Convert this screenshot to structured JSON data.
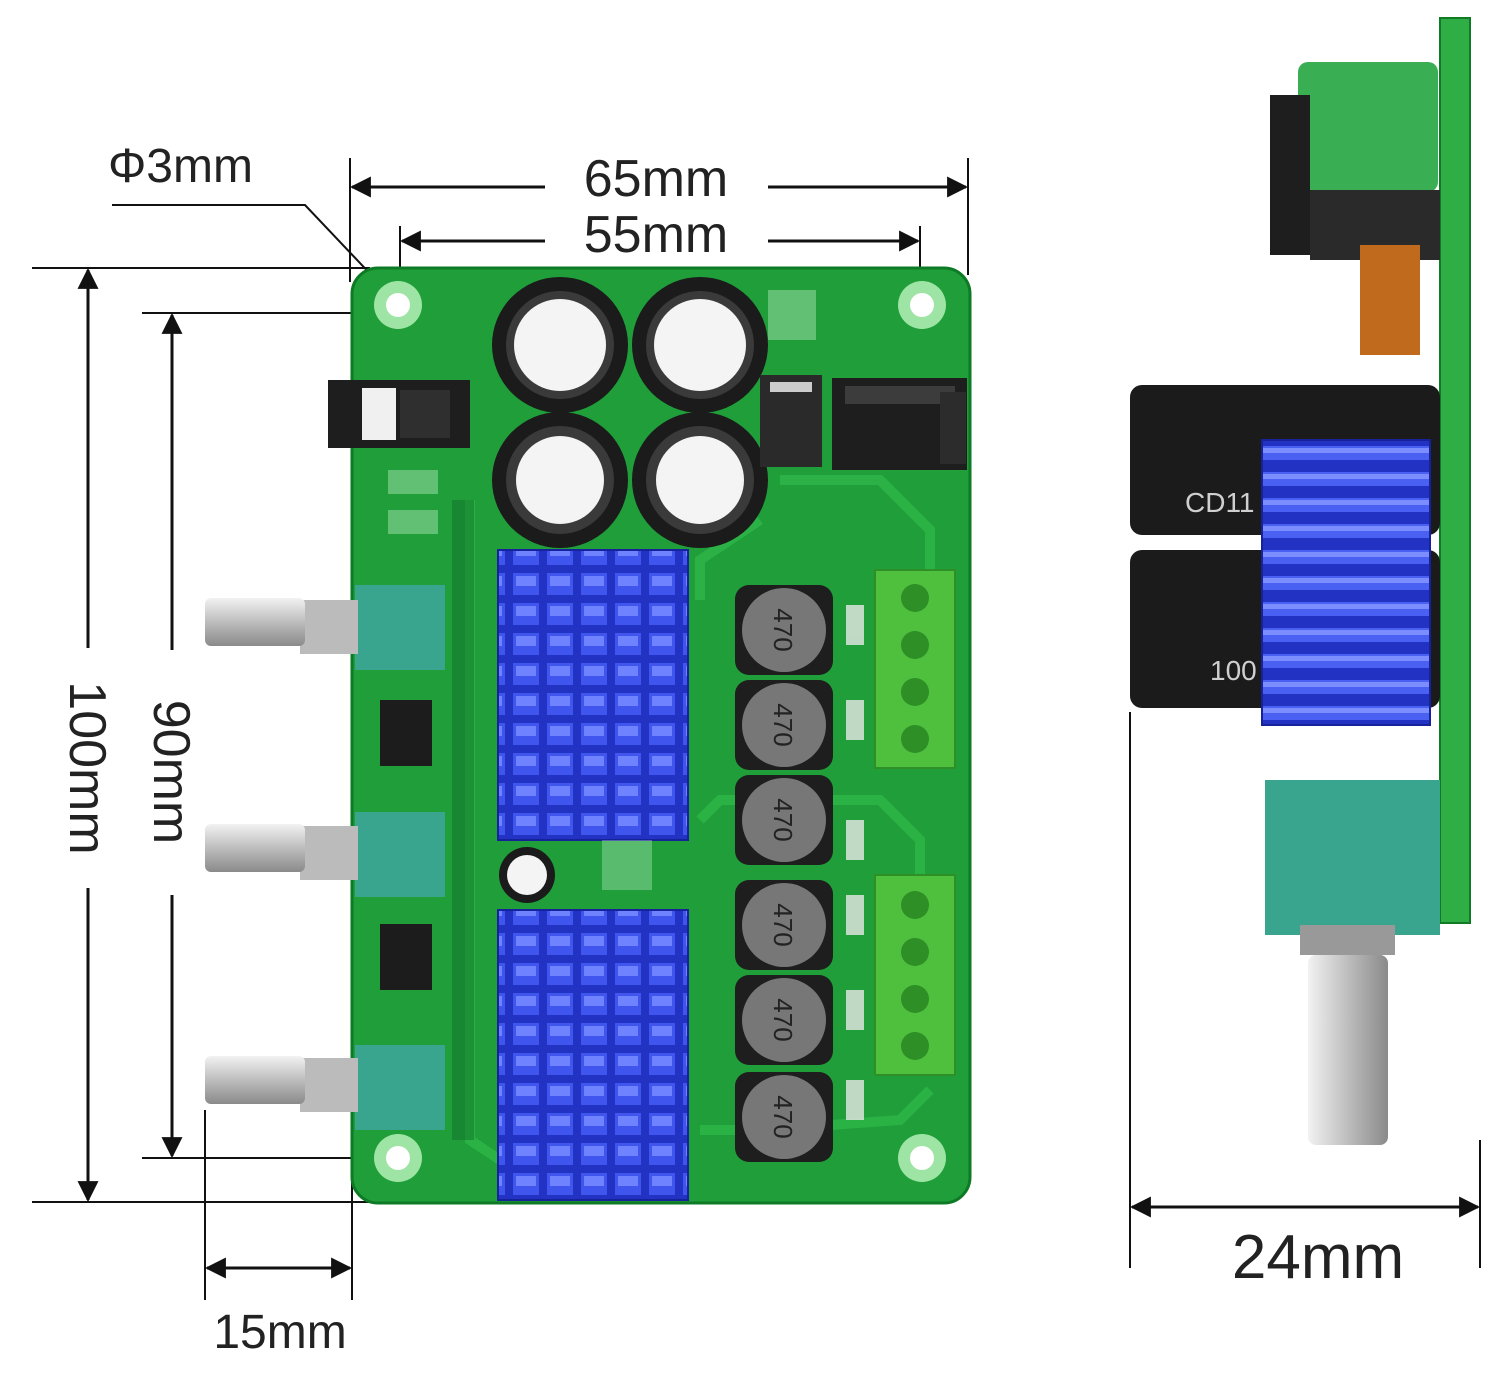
{
  "dimensions": {
    "hole_diameter": "Φ3mm",
    "board_width": "65mm",
    "hole_spacing_x": "55mm",
    "board_height": "100mm",
    "hole_spacing_y": "90mm",
    "knob_length": "15mm",
    "board_depth": "24mm"
  },
  "components": {
    "inductor_marking": "470",
    "capacitor_marking_1": "CD11",
    "capacitor_marking_2": "100"
  },
  "colors": {
    "pcb": "#1f9e3a",
    "pcb_edge": "#0e7a25",
    "heatsink": "#2b3fd6",
    "terminal": "#4fbf3e",
    "pot_body": "#3aa58f",
    "capacitor": "#1b1b1b"
  }
}
